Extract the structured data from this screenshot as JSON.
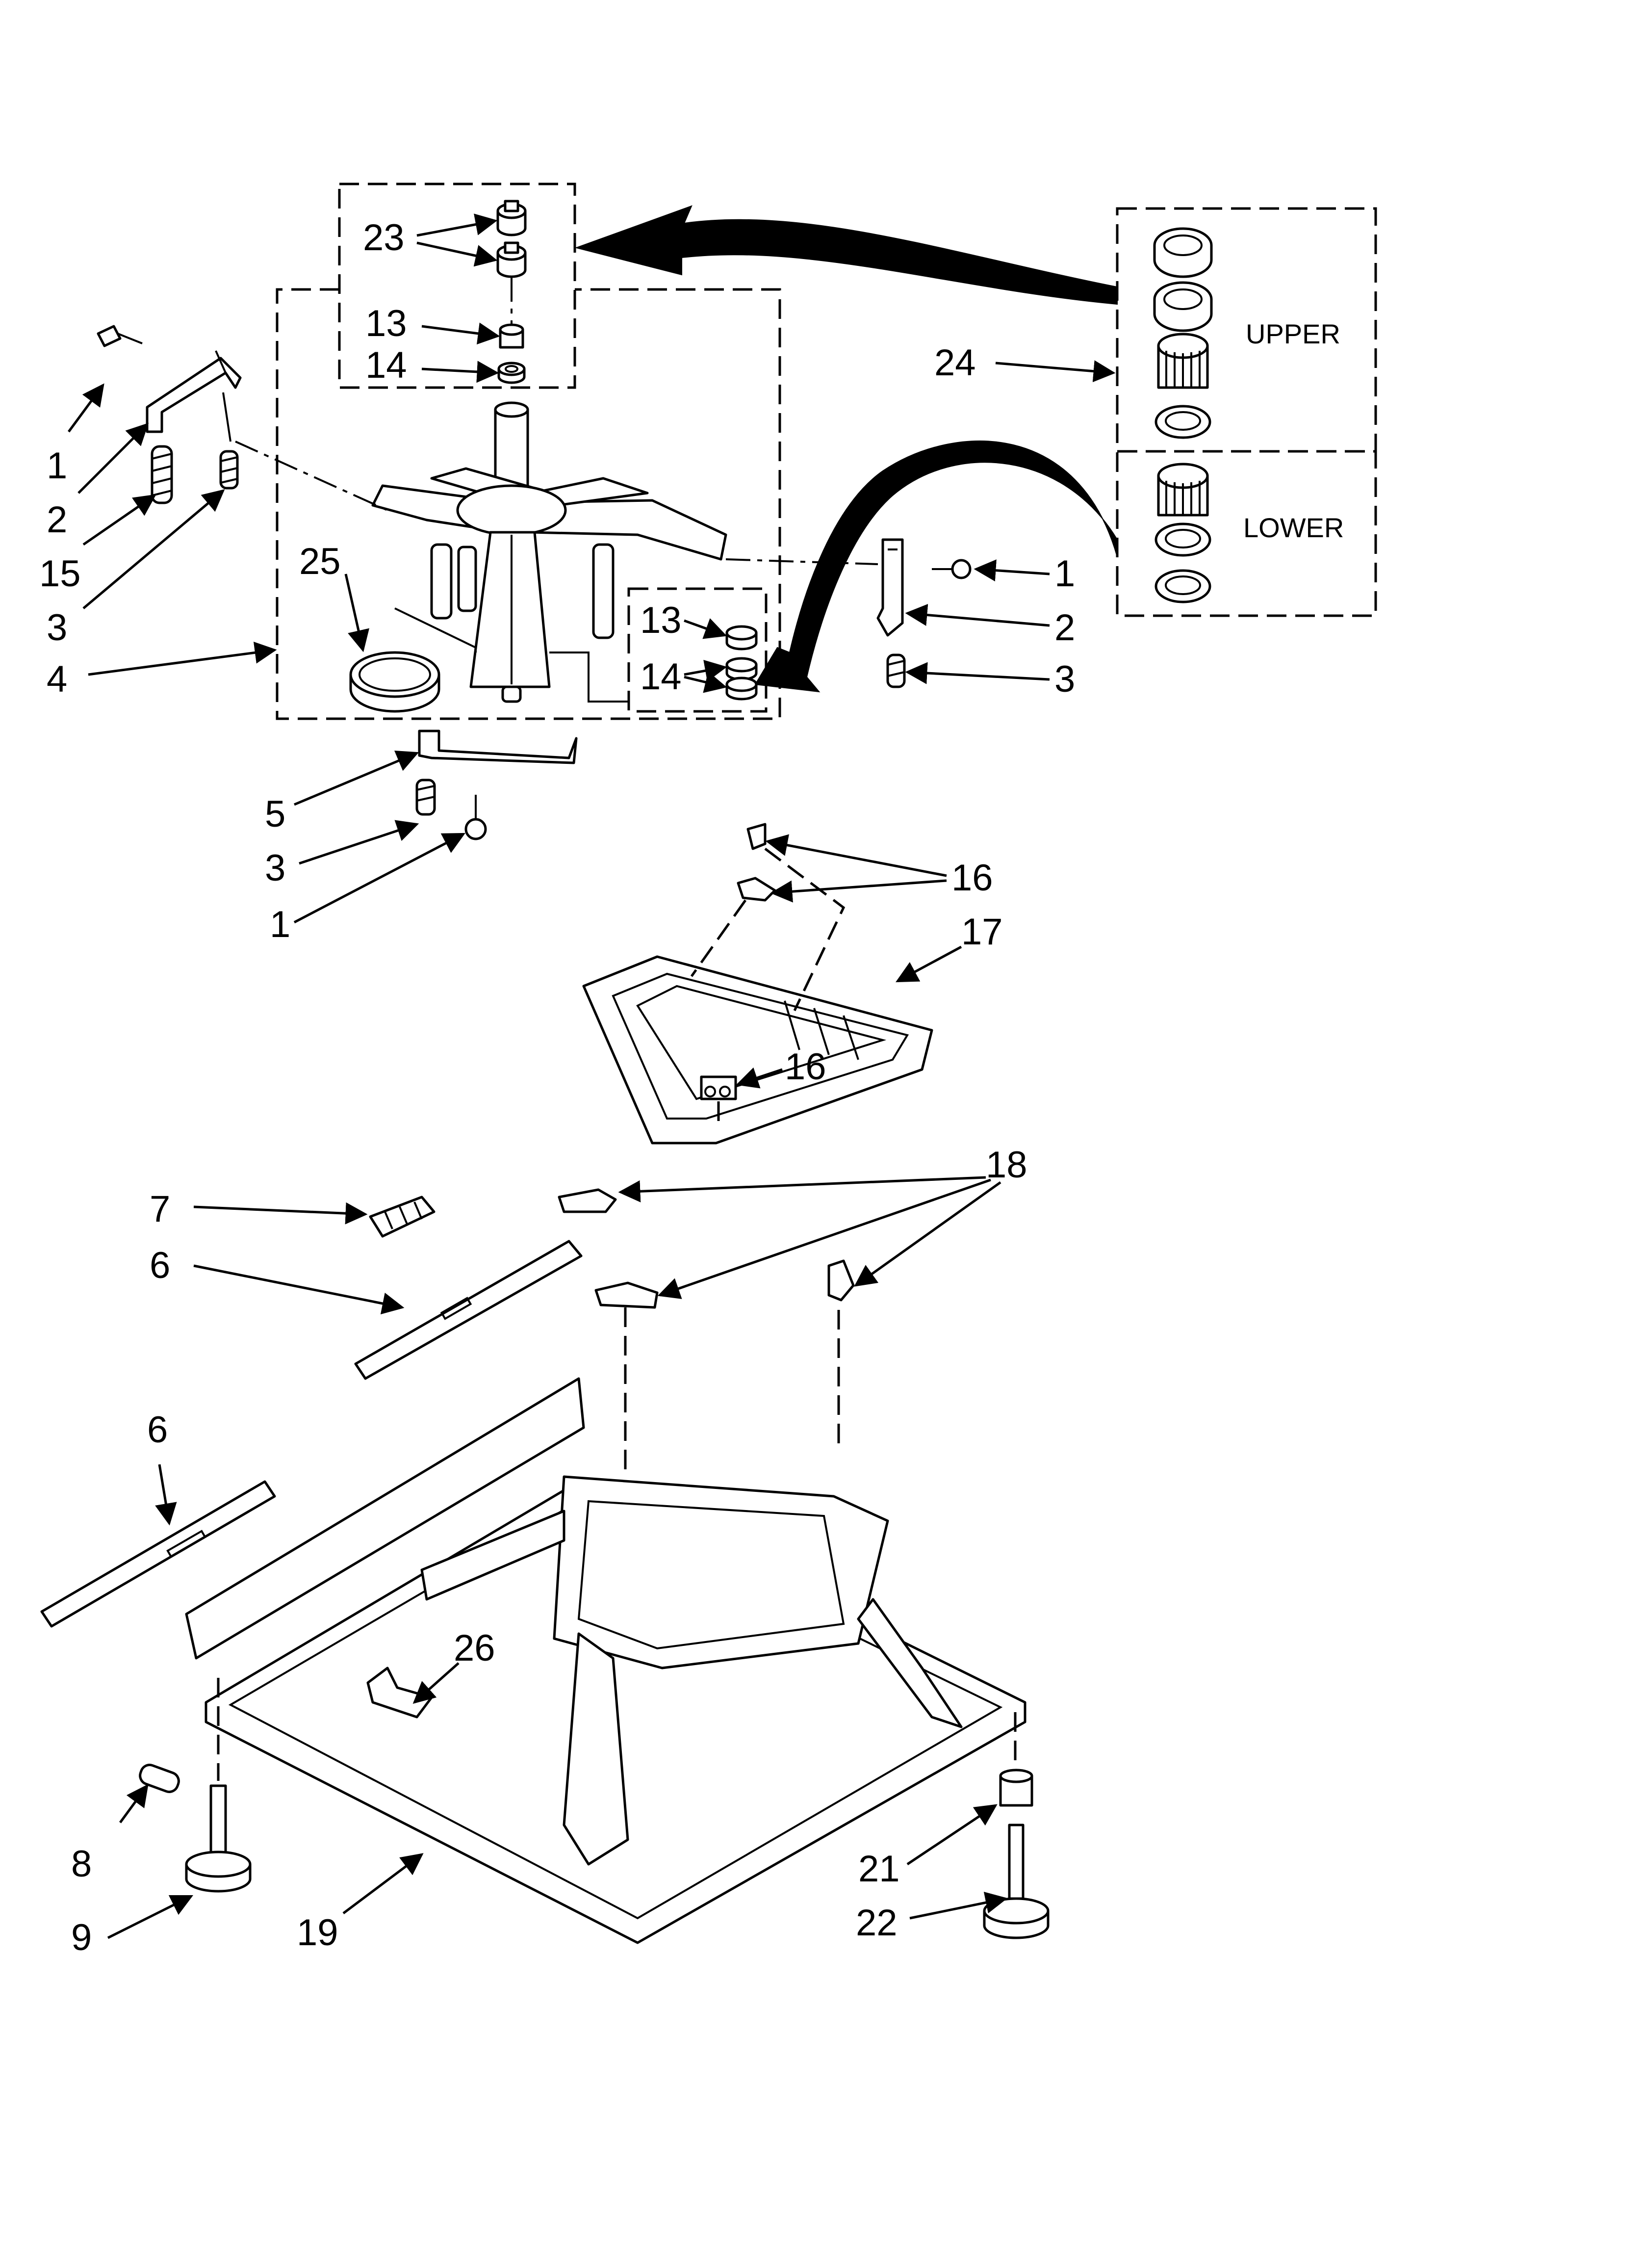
{
  "callouts": [
    "1",
    "2",
    "3",
    "4",
    "5",
    "6",
    "7",
    "8",
    "9",
    "13",
    "14",
    "15",
    "16",
    "17",
    "18",
    "19",
    "21",
    "22",
    "23",
    "24",
    "25",
    "26"
  ],
  "kit_labels": {
    "upper": "UPPER",
    "lower": "LOWER"
  }
}
